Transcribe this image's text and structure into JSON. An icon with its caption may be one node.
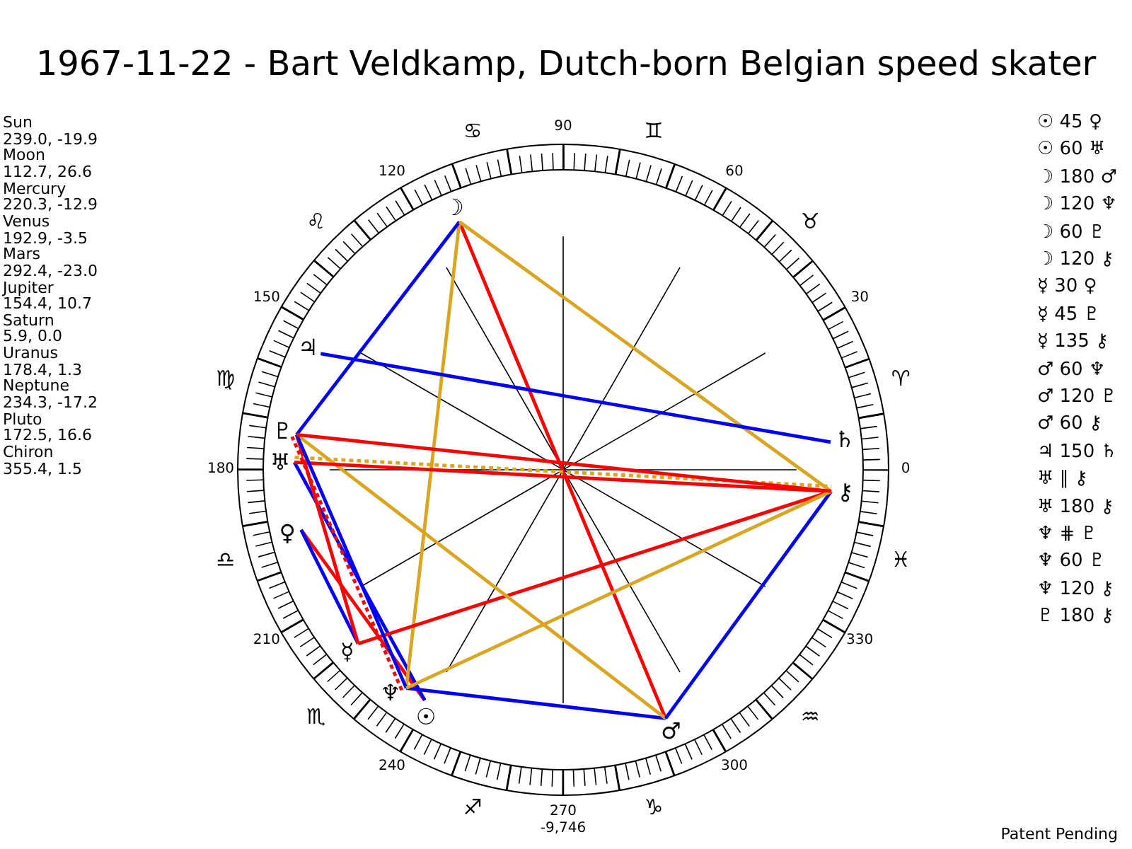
{
  "diagram": {
    "title": "1967-11-22 - Bart Veldkamp, Dutch-born Belgian speed skater",
    "nodes": [
      {
        "text": [
          "☉"
        ]
      },
      {
        "text": [
          "☽"
        ]
      },
      {
        "text": [
          "☿"
        ]
      },
      {
        "text": [
          "♀"
        ]
      },
      {
        "text": [
          "♂"
        ]
      },
      {
        "text": [
          "♃"
        ]
      },
      {
        "text": [
          "♄"
        ]
      },
      {
        "text": [
          "♅"
        ]
      },
      {
        "text": [
          "♆"
        ]
      },
      {
        "text": [
          "♇"
        ]
      },
      {
        "text": [
          "⚷"
        ]
      }
    ],
    "edges": [
      {
        "from": 0,
        "to": 3,
        "arrow": "none",
        "color": "#ff0000"
      },
      {
        "from": 0,
        "to": 7,
        "arrow": "none",
        "color": "#0000ff"
      },
      {
        "from": 1,
        "to": 4,
        "arrow": "none",
        "color": "#ff0000"
      },
      {
        "from": 1,
        "to": 8,
        "arrow": "none",
        "color": "#daa520"
      },
      {
        "from": 1,
        "to": 9,
        "arrow": "none",
        "color": "#0000ff"
      },
      {
        "from": 1,
        "to": 10,
        "arrow": "none",
        "color": "#daa520"
      },
      {
        "from": 2,
        "to": 3,
        "arrow": "none",
        "color": "#0000ff"
      },
      {
        "from": 2,
        "to": 9,
        "arrow": "none",
        "color": "#ff0000"
      },
      {
        "from": 2,
        "to": 10,
        "arrow": "none",
        "color": "#ff0000"
      },
      {
        "from": 4,
        "to": 8,
        "arrow": "none",
        "color": "#0000ff"
      },
      {
        "from": 4,
        "to": 9,
        "arrow": "none",
        "color": "#daa520"
      },
      {
        "from": 4,
        "to": 10,
        "arrow": "none",
        "color": "#0000ff"
      },
      {
        "from": 5,
        "to": 6,
        "arrow": "none",
        "color": "#0000ff"
      },
      {
        "from": 7,
        "to": 10,
        "arrow": "none",
        "style": "dashed",
        "color": "#daa520"
      },
      {
        "from": 7,
        "to": 10,
        "arrow": "none",
        "color": "#ff0000"
      },
      {
        "from": 8,
        "to": 9,
        "arrow": "none",
        "style": "dashed",
        "color": "#ff0000"
      },
      {
        "from": 8,
        "to": 9,
        "arrow": "none",
        "color": "#0000ff"
      },
      {
        "from": 8,
        "to": 10,
        "arrow": "none",
        "color": "#daa520"
      },
      {
        "from": 9,
        "to": 10,
        "arrow": "none",
        "color": "#ff0000"
      }
    ],
    "labels": [
      "Sun",
      "239.0, -19.9",
      "Moon",
      "112.7, 26.6",
      "Mercury",
      "220.3, -12.9",
      "Venus",
      "192.9, -3.5",
      "Mars",
      "292.4, -23.0",
      "Jupiter",
      "154.4, 10.7",
      "Saturn",
      "5.9, 0.0",
      "Uranus",
      "178.4, 1.3",
      "Neptune",
      "234.3, -17.2",
      "Pluto",
      "172.5, 16.6",
      "Chiron",
      "355.4, 1.5",
      "0",
      "30",
      "60",
      "90",
      "120",
      "150",
      "180",
      "210",
      "240",
      "270",
      "300",
      "330",
      "♈",
      "♉",
      "♊",
      "♋",
      "♌",
      "♍",
      "♎",
      "♏",
      "♐",
      "♑",
      "♒",
      "♓",
      "-9,746",
      "☉ 45 ♀",
      "☉ 60 ♅",
      "☽ 180 ♂",
      "☽ 120 ♆",
      "☽ 60 ♇",
      "☽ 120 ⚷",
      "☿ 30 ♀",
      "☿ 45 ♇",
      "☿ 135 ⚷",
      "♂ 60 ♆",
      "♂ 120 ♇",
      "♂ 60 ⚷",
      "♃ 150 ♄",
      "♅ ∥ ⚷",
      "♅ 180 ⚷",
      "♆ ⋕ ♇",
      "♆ 60 ♇",
      "♆ 120 ⚷",
      "♇ 180 ⚷",
      "Patent Pending"
    ]
  }
}
